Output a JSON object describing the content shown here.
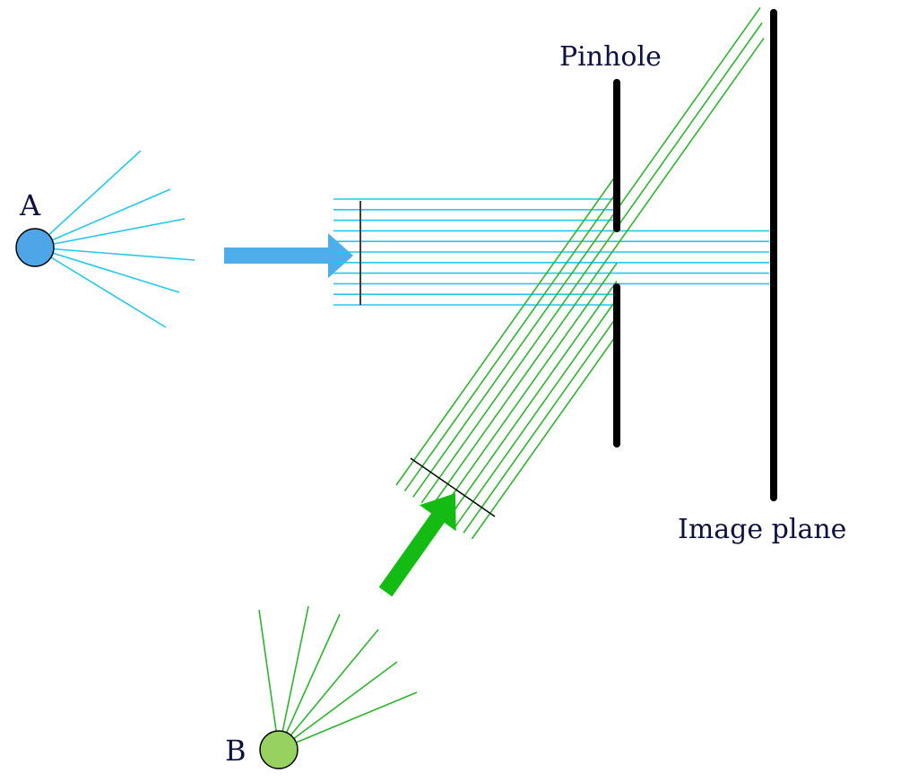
{
  "labels": {
    "source_a": "A",
    "source_b": "B",
    "pinhole": "Pinhole",
    "image_plane": "Image plane"
  },
  "colors": {
    "ray_a": "#22c8ee",
    "ray_b": "#2cb52c",
    "source_a_fill": "#4ea6e8",
    "source_b_fill": "#97d160",
    "arrow_a": "#4eaeec",
    "arrow_b": "#13bb13",
    "barrier": "#000000",
    "text": "#0d1140"
  }
}
